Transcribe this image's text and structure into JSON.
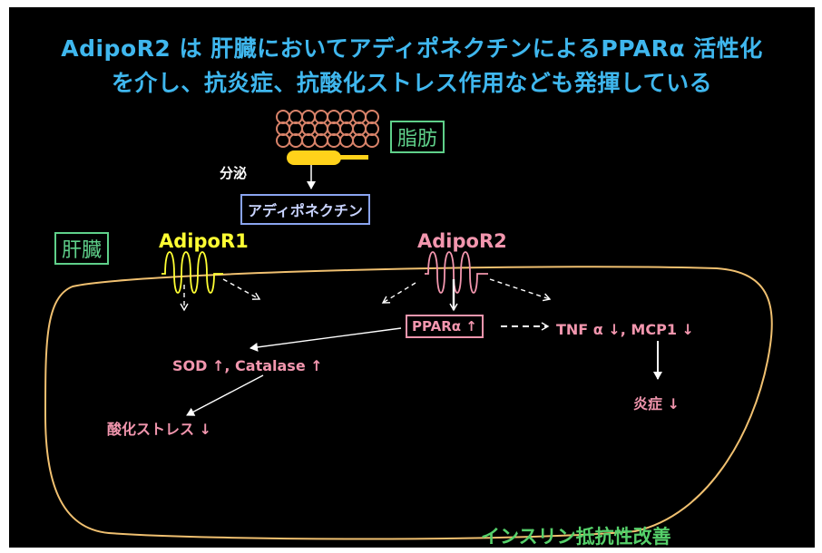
{
  "title": {
    "line1": "AdipoR2 は 肝臓においてアディポネクチンによるPPARα 活性化",
    "line2": "を介し、抗炎症、抗酸化ストレス作用なども発揮している"
  },
  "labels": {
    "fat": "脂肪",
    "secretion": "分泌",
    "adiponectin": "アディポネクチン",
    "liver": "肝臓",
    "adipor1": "AdipoR1",
    "adipor2": "AdipoR2",
    "ppar": "PPARα ↑",
    "tnf_mcp1": "TNF α ↓, MCP1 ↓",
    "inflammation": "炎症 ↓",
    "sod_catalase": "SOD ↑, Catalase ↑",
    "oxidative_stress": "酸化ストレス ↓",
    "insulin_resistance": "インスリン抵抗性改善"
  },
  "colors": {
    "background": "#000000",
    "title": "#3fb7ee",
    "green_label": "#5fd08a",
    "adipor1": "#ffff33",
    "pink": "#f296ae",
    "cell_outline": "#f0c070",
    "fat_cells": "#d9836a"
  }
}
